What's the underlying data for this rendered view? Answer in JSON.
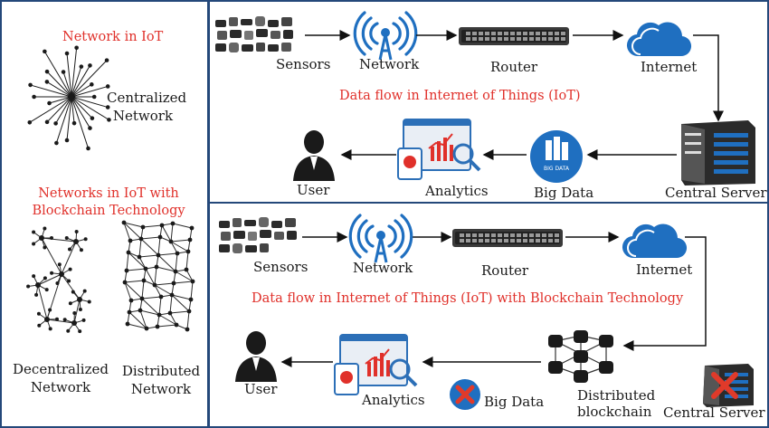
{
  "left": {
    "title_centralized": "Network in IoT",
    "centralized_label": "Centralized\nNetwork",
    "title_blockchain": "Networks in IoT with\nBlockchain Technology",
    "decentralized_label": "Decentralized\nNetwork",
    "distributed_label": "Distributed\nNetwork"
  },
  "top": {
    "sensors": "Sensors",
    "network": "Network",
    "router": "Router",
    "internet": "Internet",
    "title": "Data flow in Internet of Things (IoT)",
    "central_server": "Central Server",
    "big_data": "Big Data",
    "big_data_icon_text": "BIG DATA",
    "analytics": "Analytics",
    "user": "User"
  },
  "bottom": {
    "sensors": "Sensors",
    "network": "Network",
    "router": "Router",
    "internet": "Internet",
    "title": "Data flow in Internet of Things (IoT) with Blockchain Technology",
    "central_server": "Central Server",
    "distributed_blockchain": "Distributed\nblockchain",
    "big_data": "Big Data",
    "analytics": "Analytics",
    "user": "User"
  },
  "colors": {
    "frame": "#24487a",
    "title_red": "#e0302a",
    "icon_blue": "#1f6fc0",
    "cross": "#e03a2a"
  }
}
